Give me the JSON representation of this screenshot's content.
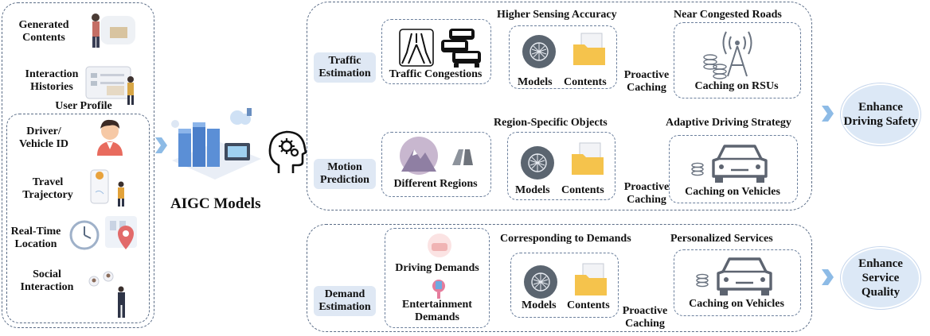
{
  "left_panel": {
    "generated_contents": "Generated Contents",
    "interaction_histories": "Interaction Histories",
    "user_profile": "User Profile",
    "driver_vehicle_id": "Driver/ Vehicle ID",
    "travel_trajectory": "Travel Trajectory",
    "real_time_location": "Real-Time Location",
    "social_interaction": "Social Interaction"
  },
  "center": {
    "aigc_models": "AIGC Models"
  },
  "rows": [
    {
      "task": "Traffic Estimation",
      "input_label": "Traffic Congestions",
      "header": "Higher Sensing Accuracy",
      "models": "Models",
      "contents": "Contents",
      "caching": "Proactive Caching",
      "target_header": "Near Congested Roads",
      "target": "Caching on RSUs"
    },
    {
      "task": "Motion Prediction",
      "input_label": "Different Regions",
      "header": "Region-Specific Objects",
      "models": "Models",
      "contents": "Contents",
      "caching": "Proactive Caching",
      "target_header": "Adaptive Driving Strategy",
      "target": "Caching on Vehicles"
    },
    {
      "task": "Demand Estimation",
      "input_label_1": "Driving Demands",
      "input_label_2": "Entertainment Demands",
      "header": "Corresponding to Demands",
      "models": "Models",
      "contents": "Contents",
      "caching": "Proactive Caching",
      "target_header": "Personalized Services",
      "target": "Caching on Vehicles"
    }
  ],
  "outcomes": {
    "safety": "Enhance Driving Safety",
    "quality": "Enhance Service Quality"
  },
  "colors": {
    "dash": "#5a6c86",
    "arrow": "#7fb0e0",
    "tag_bg": "#dfe8f4",
    "outcome_bg": "#dce8f6"
  }
}
